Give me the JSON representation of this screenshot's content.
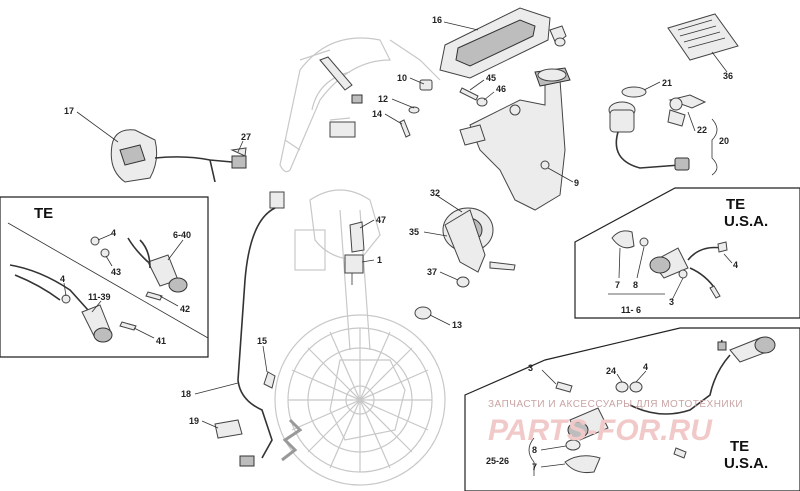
{
  "labels": {
    "l16": "16",
    "l36": "36",
    "l10": "10",
    "l45": "45",
    "l46": "46",
    "l12": "12",
    "l14": "14",
    "l21": "21",
    "l22": "22",
    "l20": "20",
    "l17": "17",
    "l27": "27",
    "l9": "9",
    "l32": "32",
    "l35": "35",
    "l37": "37",
    "l47": "47",
    "l1": "1",
    "l13": "13",
    "l15": "15",
    "l18": "18",
    "l19": "19",
    "te_left_4a": "4",
    "te_left_640": "6-40",
    "te_left_43": "43",
    "te_left_4b": "4",
    "te_left_1139": "11-39",
    "te_left_42": "42",
    "te_left_41": "41",
    "te_right_7": "7",
    "te_right_8": "8",
    "te_right_3": "3",
    "te_right_4": "4",
    "te_right_116": "11- 6",
    "te_br_3": "3",
    "te_br_24": "24",
    "te_br_4": "4",
    "te_br_8": "8",
    "te_br_7": "7",
    "te_br_2526": "25-26"
  },
  "regions": {
    "left_title": "TE",
    "right_title_1": "TE",
    "right_title_2": "U.S.A.",
    "br_title_1": "TE",
    "br_title_2": "U.S.A."
  },
  "watermark": {
    "top_text": "ЗАПЧАСТИ И АКСЕССУАРЫ ДЛЯ МОТОТЕХНИКИ",
    "logo_text": "PARTS-FOR.RU"
  }
}
